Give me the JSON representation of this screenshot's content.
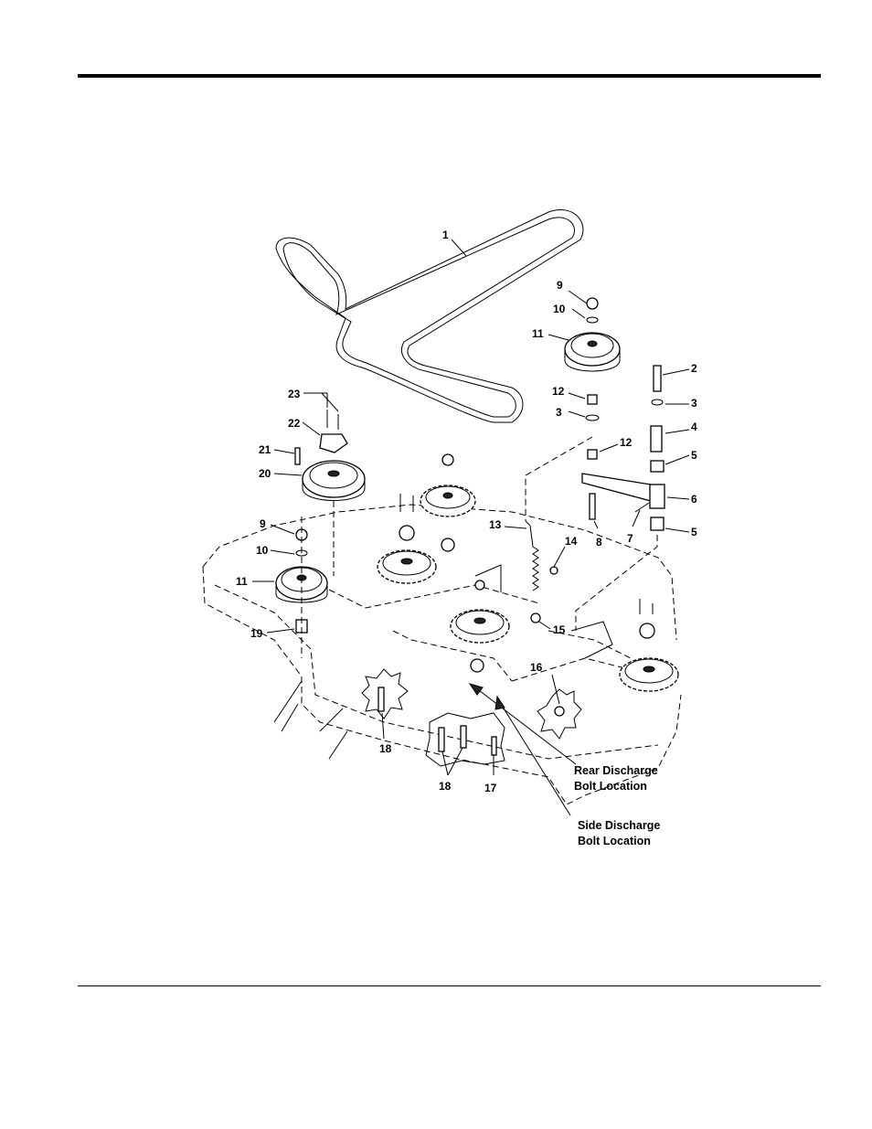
{
  "callouts": [
    {
      "id": "c1",
      "label": "1"
    },
    {
      "id": "c2",
      "label": "2"
    },
    {
      "id": "c3a",
      "label": "3"
    },
    {
      "id": "c3b",
      "label": "3"
    },
    {
      "id": "c4",
      "label": "4"
    },
    {
      "id": "c5a",
      "label": "5"
    },
    {
      "id": "c5b",
      "label": "5"
    },
    {
      "id": "c6",
      "label": "6"
    },
    {
      "id": "c7",
      "label": "7"
    },
    {
      "id": "c8",
      "label": "8"
    },
    {
      "id": "c9a",
      "label": "9"
    },
    {
      "id": "c9b",
      "label": "9"
    },
    {
      "id": "c10a",
      "label": "10"
    },
    {
      "id": "c10b",
      "label": "10"
    },
    {
      "id": "c11a",
      "label": "11"
    },
    {
      "id": "c11b",
      "label": "11"
    },
    {
      "id": "c12a",
      "label": "12"
    },
    {
      "id": "c12b",
      "label": "12"
    },
    {
      "id": "c13",
      "label": "13"
    },
    {
      "id": "c14",
      "label": "14"
    },
    {
      "id": "c15",
      "label": "15"
    },
    {
      "id": "c16",
      "label": "16"
    },
    {
      "id": "c17",
      "label": "17"
    },
    {
      "id": "c18a",
      "label": "18"
    },
    {
      "id": "c18b",
      "label": "18"
    },
    {
      "id": "c19",
      "label": "19"
    },
    {
      "id": "c20",
      "label": "20"
    },
    {
      "id": "c21",
      "label": "21"
    },
    {
      "id": "c22",
      "label": "22"
    },
    {
      "id": "c23",
      "label": "23"
    }
  ],
  "notes": {
    "rear_line1": "Rear Discharge",
    "rear_line2": "Bolt Location",
    "side_line1": "Side Discharge",
    "side_line2": "Bolt Location"
  }
}
